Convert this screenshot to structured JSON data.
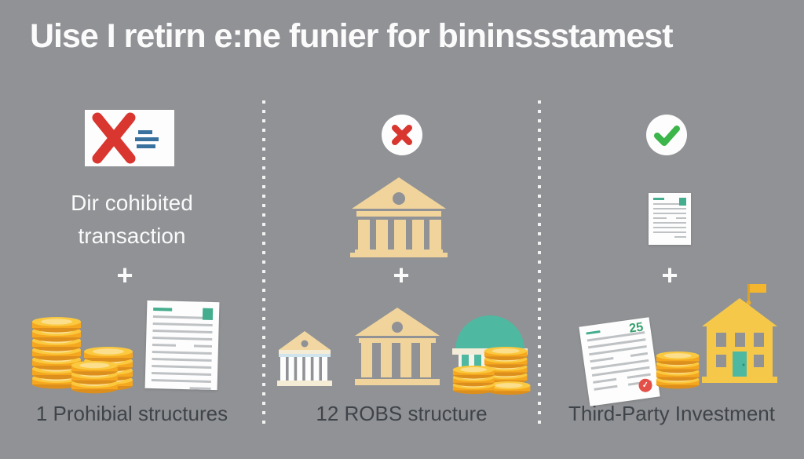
{
  "title": "Uise I retirn e:ne funier for bininssstamest",
  "columns": [
    {
      "name": "prohibited-transaction",
      "status_icon": "x-document-card-icon",
      "label_line1": "Dir cohibited",
      "label_line2": "transaction",
      "plus": "+",
      "icons": [
        "coin-stacks-icon",
        "document-icon"
      ],
      "caption": "1 Prohibial structures"
    },
    {
      "name": "robs-structure",
      "status_icon": "x-circle-icon",
      "main_icon": "bank-icon",
      "plus": "+",
      "icons": [
        "small-bank-icon",
        "large-bank-icon",
        "dome-building-icon",
        "coin-stacks-icon"
      ],
      "caption": "12 ROBS structure"
    },
    {
      "name": "third-party-investment",
      "status_icon": "check-circle-icon",
      "main_icon": "document-icon",
      "plus": "+",
      "doc_number": "25",
      "icons": [
        "contract-document-icon",
        "coin-stack-icon",
        "flag-building-icon"
      ],
      "caption": "Third-Party Investment"
    }
  ],
  "colors": {
    "background": "#909295",
    "title_text": "#fbfbfb",
    "caption_text": "#3f444a",
    "label_text": "#fafafa",
    "red": "#d8362f",
    "green": "#3cb54a",
    "teal": "#4fb8a1",
    "gold": "#f5a81f",
    "gold_light": "#fbc93f",
    "tan": "#f1d49c",
    "yellow": "#f6c84a",
    "blue": "#38719e"
  }
}
